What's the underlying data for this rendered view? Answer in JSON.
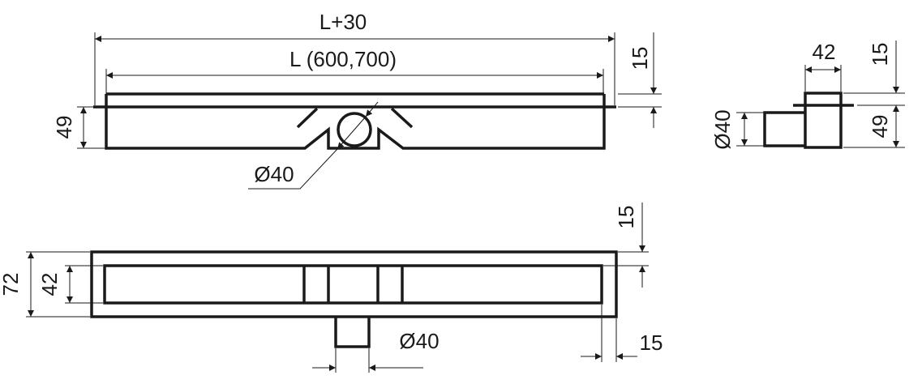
{
  "drawing": {
    "front_view": {
      "overall_length": "L+30",
      "length": "L (600,700)",
      "height": "49",
      "flange_offset": "15",
      "outlet_diameter": "Ø40"
    },
    "side_view": {
      "width": "42",
      "flange_offset": "15",
      "height": "49",
      "outlet_diameter": "Ø40"
    },
    "top_view": {
      "outer_width": "72",
      "inner_width": "42",
      "top_offset": "15",
      "side_offset": "15",
      "outlet_diameter": "Ø40"
    },
    "line_color": "#1a1a1a"
  }
}
